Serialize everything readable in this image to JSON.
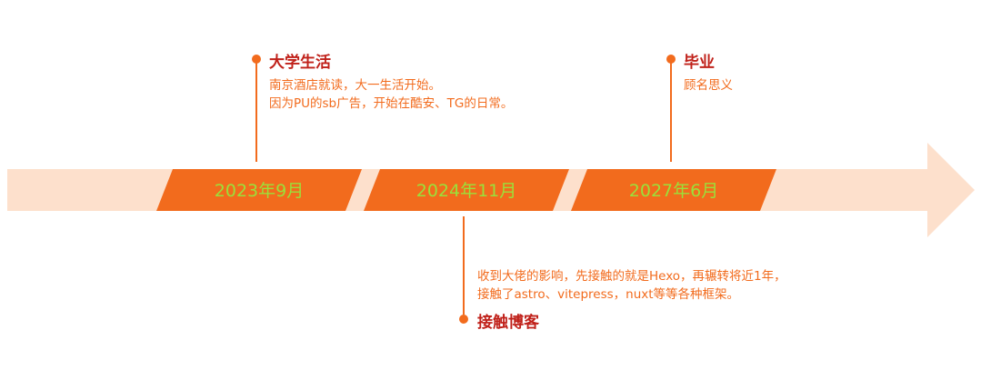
{
  "timeline": {
    "colors": {
      "band": "#fde0cc",
      "segment": "#f26b1d",
      "date_text": "#9be03a",
      "title_text": "#c0211a",
      "desc_text": "#f26b1d"
    },
    "segments": [
      {
        "date": "2023年9月"
      },
      {
        "date": "2024年11月"
      },
      {
        "date": "2027年6月"
      }
    ],
    "events": [
      {
        "title": "大学生活",
        "lines": [
          "南京酒店就读，大一生活开始。",
          "因为PU的sb广告，开始在酷安、TG的日常。"
        ]
      },
      {
        "title": "接触博客",
        "lines": [
          "收到大佬的影响，先接触的就是Hexo，再辗转将近1年，",
          "接触了astro、vitepress，nuxt等等各种框架。"
        ]
      },
      {
        "title": "毕业",
        "lines": [
          "顾名思义"
        ]
      }
    ]
  }
}
